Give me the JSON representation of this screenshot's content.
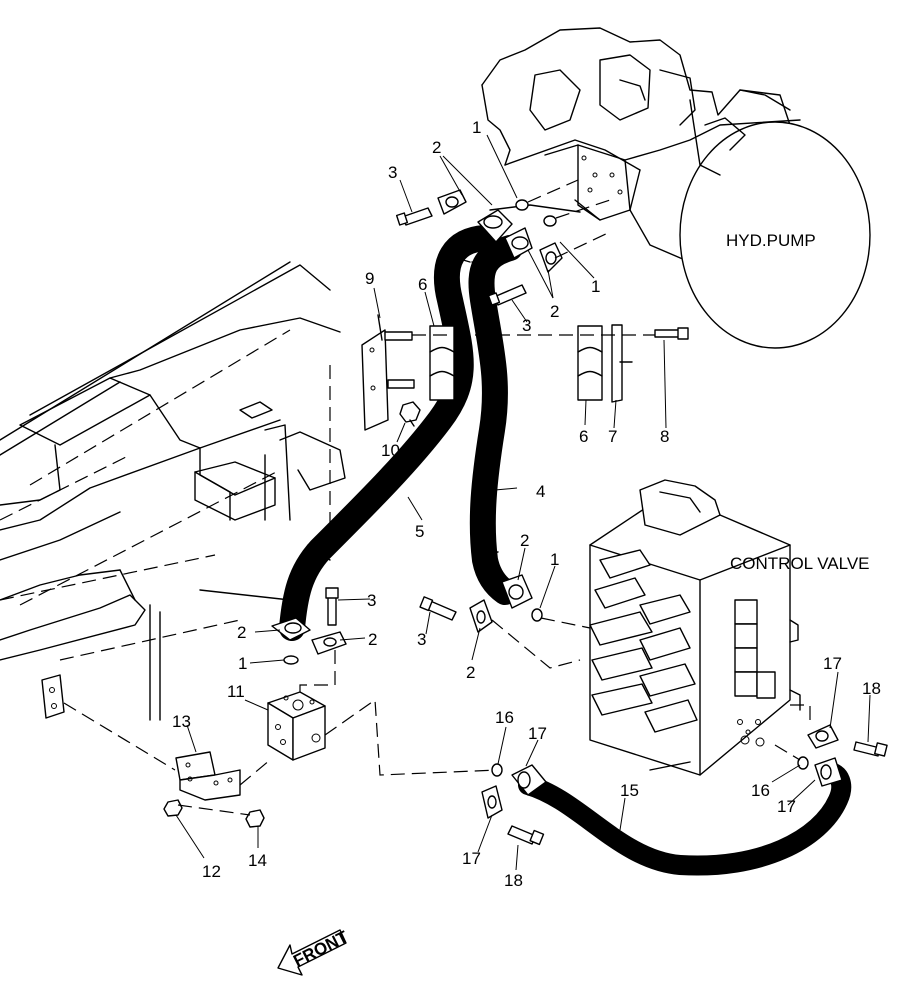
{
  "labels": {
    "hyd_pump": "HYD.PUMP",
    "control_valve": "CONTROL VALVE",
    "front": "FRONT"
  },
  "callouts": [
    {
      "id": "c1a",
      "text": "1"
    },
    {
      "id": "c1b",
      "text": "1"
    },
    {
      "id": "c1c",
      "text": "1"
    },
    {
      "id": "c1d",
      "text": "1"
    },
    {
      "id": "c2a",
      "text": "2"
    },
    {
      "id": "c2b",
      "text": "2"
    },
    {
      "id": "c2c",
      "text": "2"
    },
    {
      "id": "c2d",
      "text": "2"
    },
    {
      "id": "c2e",
      "text": "2"
    },
    {
      "id": "c2f",
      "text": "2"
    },
    {
      "id": "c3a",
      "text": "3"
    },
    {
      "id": "c3b",
      "text": "3"
    },
    {
      "id": "c3c",
      "text": "3"
    },
    {
      "id": "c3d",
      "text": "3"
    },
    {
      "id": "c4",
      "text": "4"
    },
    {
      "id": "c5",
      "text": "5"
    },
    {
      "id": "c6a",
      "text": "6"
    },
    {
      "id": "c6b",
      "text": "6"
    },
    {
      "id": "c7",
      "text": "7"
    },
    {
      "id": "c8",
      "text": "8"
    },
    {
      "id": "c9",
      "text": "9"
    },
    {
      "id": "c10",
      "text": "10"
    },
    {
      "id": "c11",
      "text": "11"
    },
    {
      "id": "c12",
      "text": "12"
    },
    {
      "id": "c13",
      "text": "13"
    },
    {
      "id": "c14",
      "text": "14"
    },
    {
      "id": "c15",
      "text": "15"
    },
    {
      "id": "c16a",
      "text": "16"
    },
    {
      "id": "c16b",
      "text": "16"
    },
    {
      "id": "c17a",
      "text": "17"
    },
    {
      "id": "c17b",
      "text": "17"
    },
    {
      "id": "c17c",
      "text": "17"
    },
    {
      "id": "c17d",
      "text": "17"
    },
    {
      "id": "c18a",
      "text": "18"
    },
    {
      "id": "c18b",
      "text": "18"
    }
  ]
}
